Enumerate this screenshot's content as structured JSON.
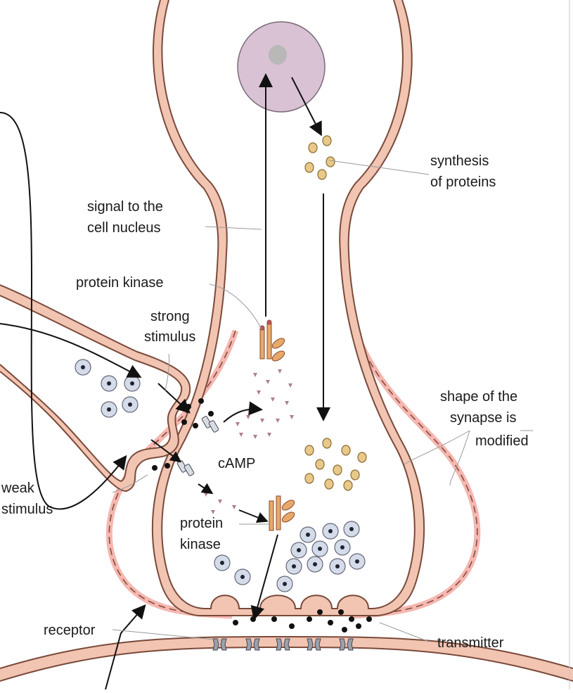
{
  "labels": {
    "synthesis": [
      "synthesis",
      "of proteins"
    ],
    "signal": [
      "signal to the",
      "cell nucleus"
    ],
    "protein_kinase_top": "protein kinase",
    "strong": [
      "strong",
      "stimulus"
    ],
    "shape": [
      "shape of the",
      "synapse is",
      "modified"
    ],
    "camp": "cAMP",
    "weak": [
      "weak",
      "stimulus"
    ],
    "protein_kinase_bottom": [
      "protein",
      "kinase"
    ],
    "receptor": "receptor",
    "transmitter": "transmitter"
  },
  "colors": {
    "membrane_fill": "#f2c4b2",
    "membrane_stroke": "#7a4a3a",
    "nucleus": "#d9c2d4",
    "nucleolus": "#b8b8b8",
    "protein": "#e8c98a",
    "camp": "#b07f8a",
    "vesicle": "#d4dcea",
    "receptor": "#9aa3ad",
    "modified_outline": "#f5b7b0"
  }
}
